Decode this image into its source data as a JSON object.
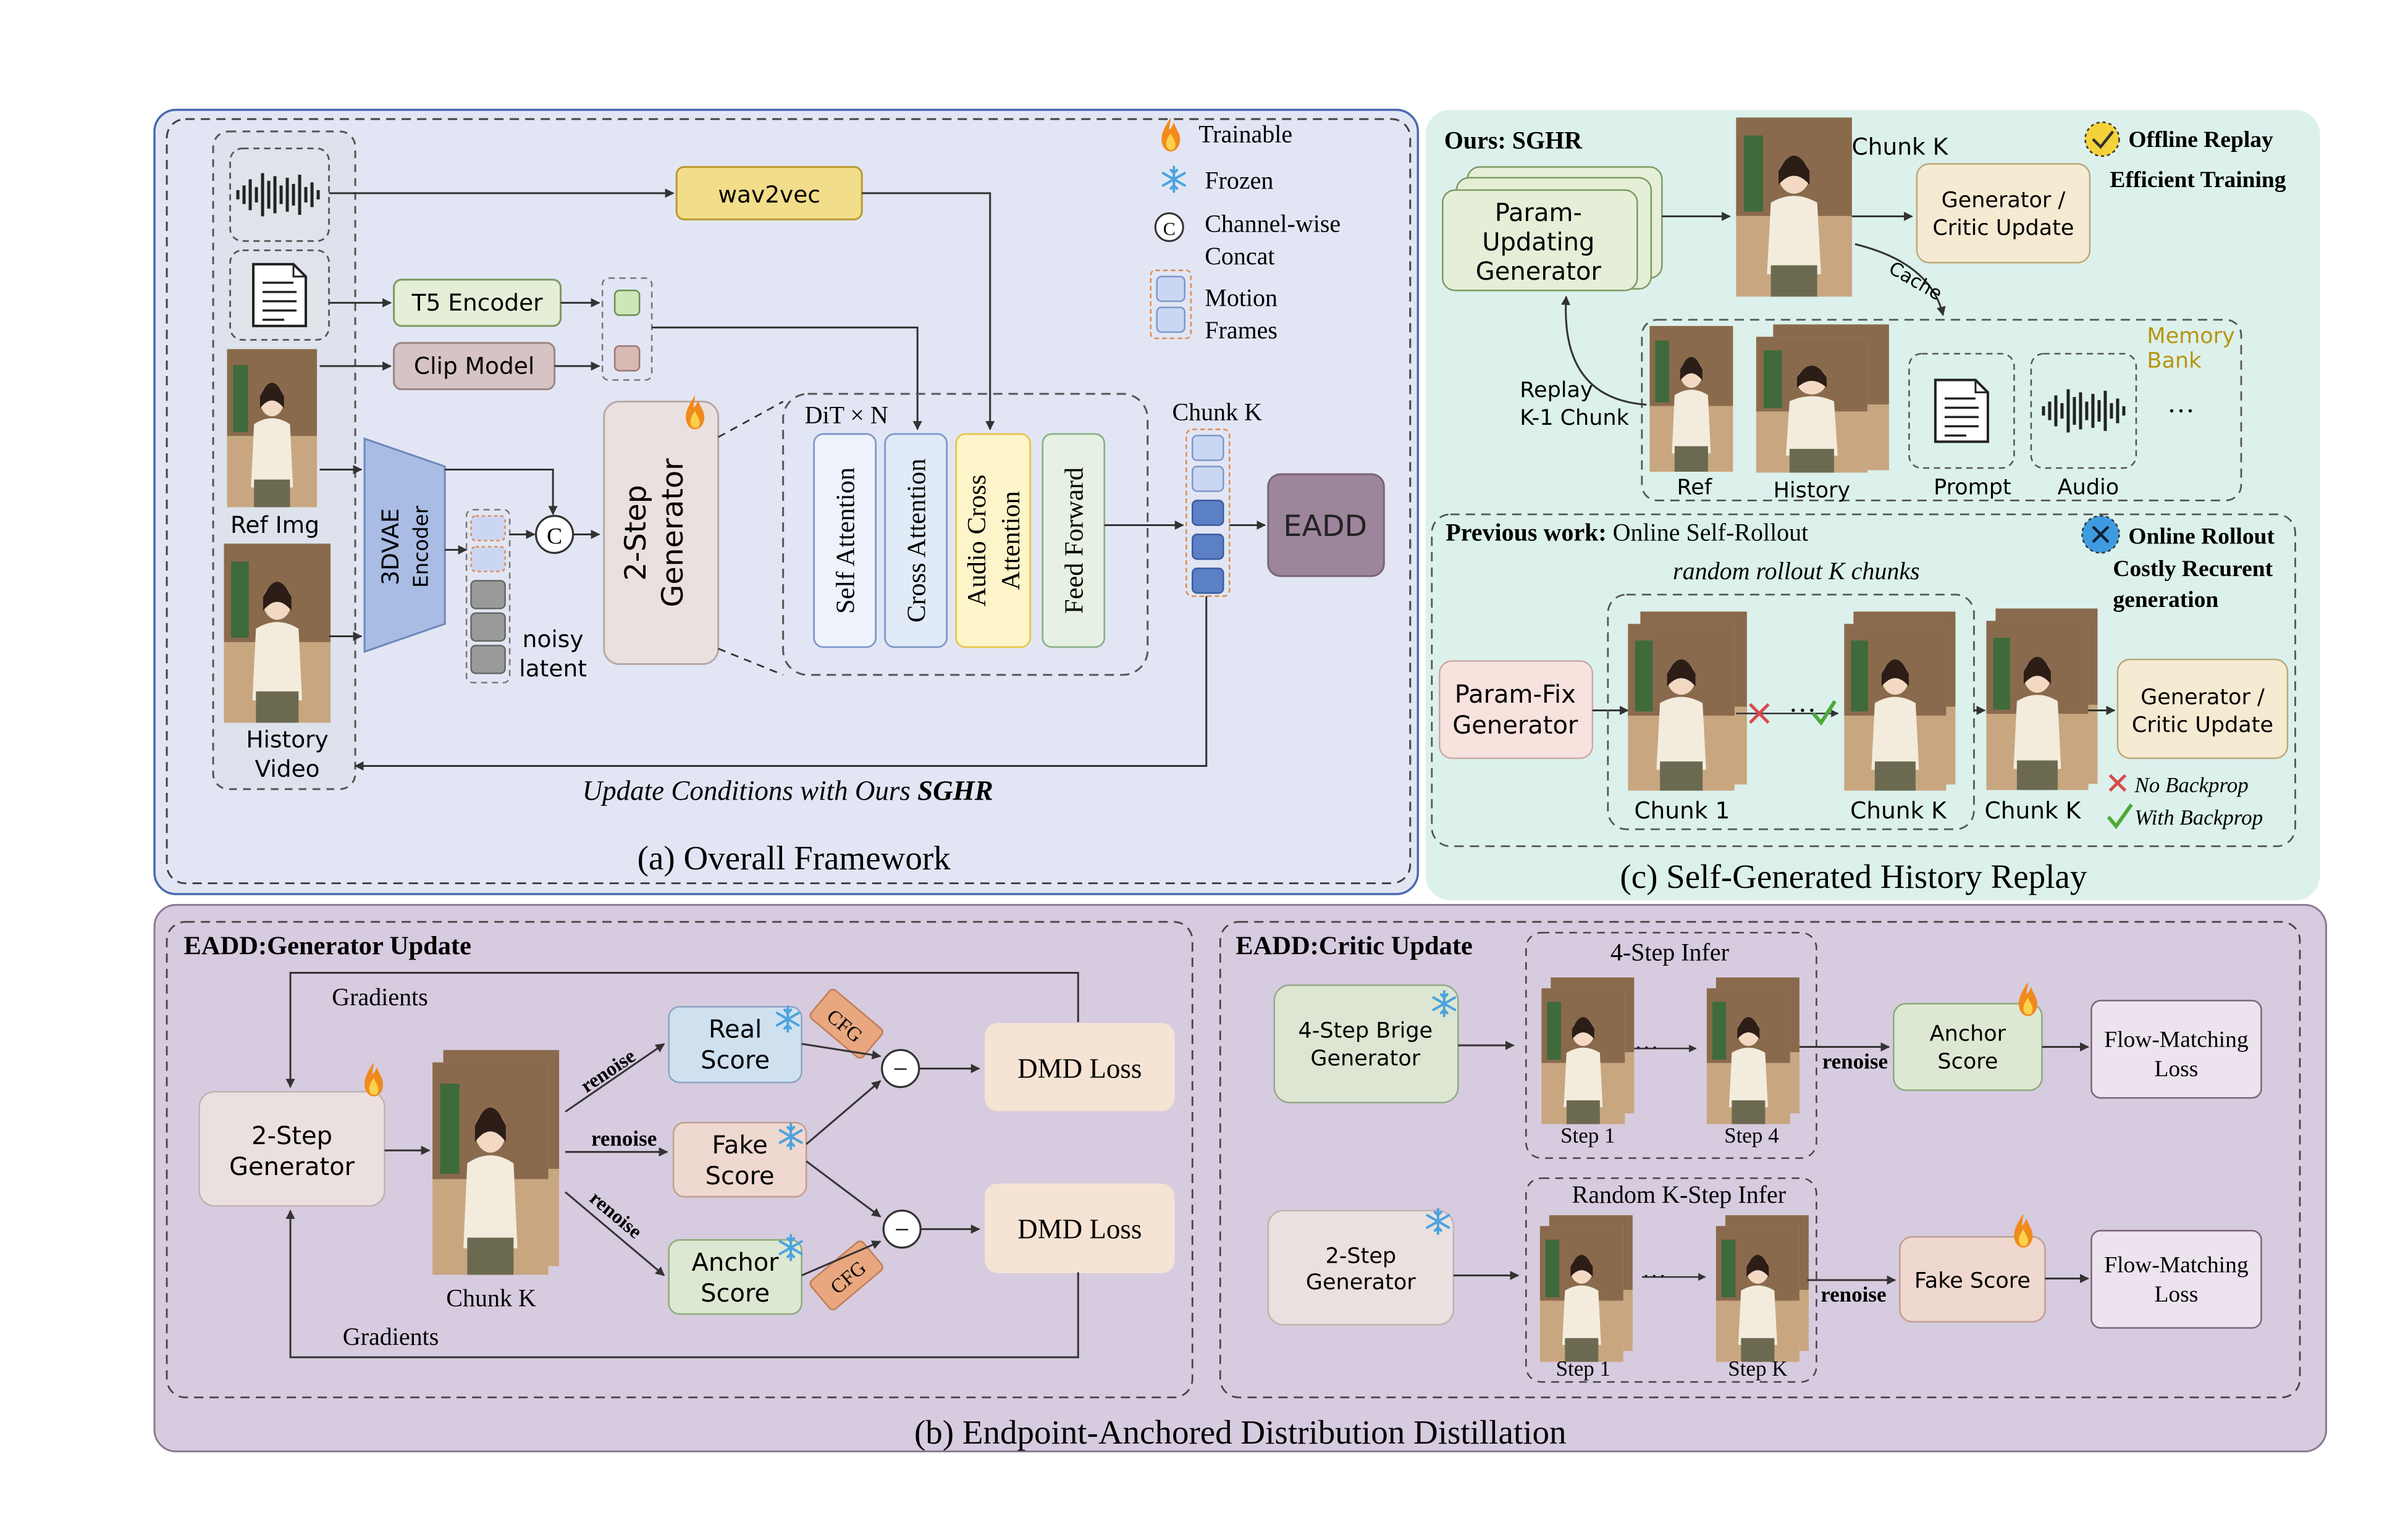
{
  "panel_a": {
    "caption": "(a) Overall Framework",
    "update_note_prefix": "Update Conditions with Ours ",
    "update_note_bold": "SGHR",
    "wav2vec": "wav2vec",
    "t5_encoder": "T5 Encoder",
    "clip_model": "Clip Model",
    "ref_img": "Ref Img",
    "history_video_line1": "History",
    "history_video_line2": "Video",
    "vae_line1": "3DVAE",
    "vae_line2": "Encoder",
    "concat_symbol": "C",
    "noisy_latent_line1": "noisy",
    "noisy_latent_line2": "latent",
    "generator_line1": "2-Step",
    "generator_line2": "Generator",
    "dit_label": "DiT × N",
    "self_attention": "Self Attention",
    "cross_attention": "Cross Attention",
    "audio_cross_attention_line1": "Audio Cross",
    "audio_cross_attention_line2": "Attention",
    "feed_forward": "Feed Forward",
    "chunk_k": "Chunk K",
    "eadd": "EADD",
    "legend": {
      "trainable": "Trainable",
      "frozen": "Frozen",
      "concat_line1": "Channel-wise",
      "concat_line2": "Concat",
      "motion_line1": "Motion",
      "motion_line2": "Frames"
    }
  },
  "panel_c": {
    "caption": "(c) Self-Generated History Replay",
    "ours_title": "Ours: SGHR",
    "param_updating_line1": "Param-",
    "param_updating_line2": "Updating",
    "param_updating_line3": "Generator",
    "chunk_k_top": "Chunk K",
    "gen_critic_line1": "Generator /",
    "gen_critic_line2": "Critic Update",
    "offline_replay": "Offline Replay",
    "efficient_training": "Efficient Training",
    "cache": "Cache",
    "replay_line1": "Replay",
    "replay_line2": "K-1 Chunk",
    "memory_bank_line1": "Memory",
    "memory_bank_line2": "Bank",
    "ref": "Ref",
    "history": "History",
    "prompt": "Prompt",
    "audio": "Audio",
    "ellipsis": "···",
    "prev_work_bold": "Previous work:",
    "prev_work_rest": " Online Self-Rollout",
    "random_rollout": "random rollout K chunks",
    "online_rollout": "Online Rollout",
    "costly_line1": "Costly Recurent",
    "costly_line2": "generation",
    "param_fix_line1": "Param-Fix",
    "param_fix_line2": "Generator",
    "chunk_1": "Chunk 1",
    "chunk_k_a": "Chunk K",
    "chunk_k_b": "Chunk K",
    "gen_critic2_line1": "Generator /",
    "gen_critic2_line2": "Critic Update",
    "no_backprop": "No Backprop",
    "with_backprop": "With Backprop"
  },
  "panel_b": {
    "caption": "(b) Endpoint-Anchored Distribution Distillation",
    "gen_title": "EADD:Generator Update",
    "gradients_top": "Gradients",
    "gradients_bottom": "Gradients",
    "generator_line1": "2-Step",
    "generator_line2": "Generator",
    "chunk_k": "Chunk K",
    "renoise_1": "renoise",
    "renoise_2": "renoise",
    "renoise_3": "renoise",
    "real_score_line1": "Real",
    "real_score_line2": "Score",
    "fake_score_line1": "Fake",
    "fake_score_line2": "Score",
    "anchor_score_line1": "Anchor",
    "anchor_score_line2": "Score",
    "cfg_1": "CFG",
    "cfg_2": "CFG",
    "minus": "−",
    "dmd_loss_1": "DMD Loss",
    "dmd_loss_2": "DMD Loss",
    "critic_title": "EADD:Critic Update",
    "four_step_infer": "4-Step Infer",
    "brige_line1": "4-Step Brige",
    "brige_line2": "Generator",
    "step_1_a": "Step 1",
    "step_4": "Step 4",
    "renoise_4": "renoise",
    "anchor_score2_line1": "Anchor",
    "anchor_score2_line2": "Score",
    "flow_loss_1_line1": "Flow-Matching",
    "flow_loss_1_line2": "Loss",
    "random_k_infer": "Random K-Step Infer",
    "gen2_line1": "2-Step",
    "gen2_line2": "Generator",
    "step_1_b": "Step 1",
    "step_k": "Step K",
    "renoise_5": "renoise",
    "fake_score2": "Fake Score",
    "flow_loss_2_line1": "Flow-Matching",
    "flow_loss_2_line2": "Loss",
    "dots_a": "···",
    "dots_b": "···"
  },
  "colors": {
    "panel_a_bg": "#e2e6f4",
    "panel_c_bg": "#dcf1ec",
    "panel_b_bg": "#d7cbdf",
    "green_box": "#e5eed7",
    "pink_box": "#d6c4c4",
    "yellow_box": "#f2dd8a",
    "blue_trap": "#a9bce4",
    "eadd_box": "#9d859b",
    "dmd_box": "#f5e3d3",
    "cfg_box": "#e8a77f"
  }
}
